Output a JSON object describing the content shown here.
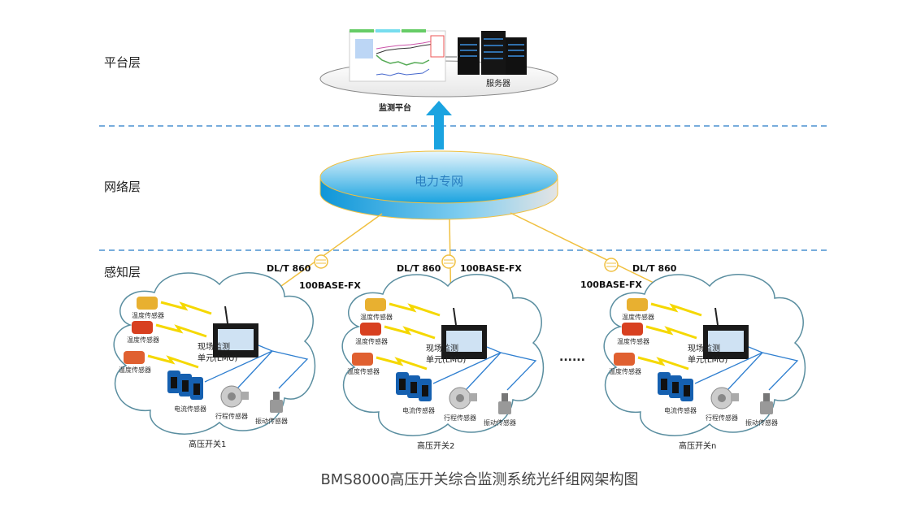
{
  "layers": {
    "platform": "平台层",
    "network": "网络层",
    "perception": "感知层"
  },
  "platform": {
    "monitor_label": "监测平台",
    "server_label": "服务器"
  },
  "network": {
    "label": "电力专网"
  },
  "links": [
    {
      "top": "DL/T 860",
      "bottom": "100BASE-FX"
    },
    {
      "top": "DL/T 860",
      "bottom": "100BASE-FX"
    },
    {
      "top": "DL/T 860",
      "bottom": "100BASE-FX"
    }
  ],
  "clusters": [
    {
      "name": "高压开关1"
    },
    {
      "name": "高压开关2"
    },
    {
      "name": "高压开关n"
    }
  ],
  "cluster_labels": {
    "temp_sensor": "温度传感器",
    "lmu_line1": "现场监测",
    "lmu_line2": "单元(LMU)",
    "current_sensor": "电流传感器",
    "travel_sensor": "行程传感器",
    "vibration_sensor": "振动传感器"
  },
  "ellipsis": "......",
  "caption": "BMS8000高压开关综合监测系统光纤组网架构图",
  "colors": {
    "dash": "#4a90d0",
    "fiber": "#f0c040",
    "network": "#1aa3e0",
    "wire": "#2f7fd0",
    "bolt": "#f5d800"
  }
}
